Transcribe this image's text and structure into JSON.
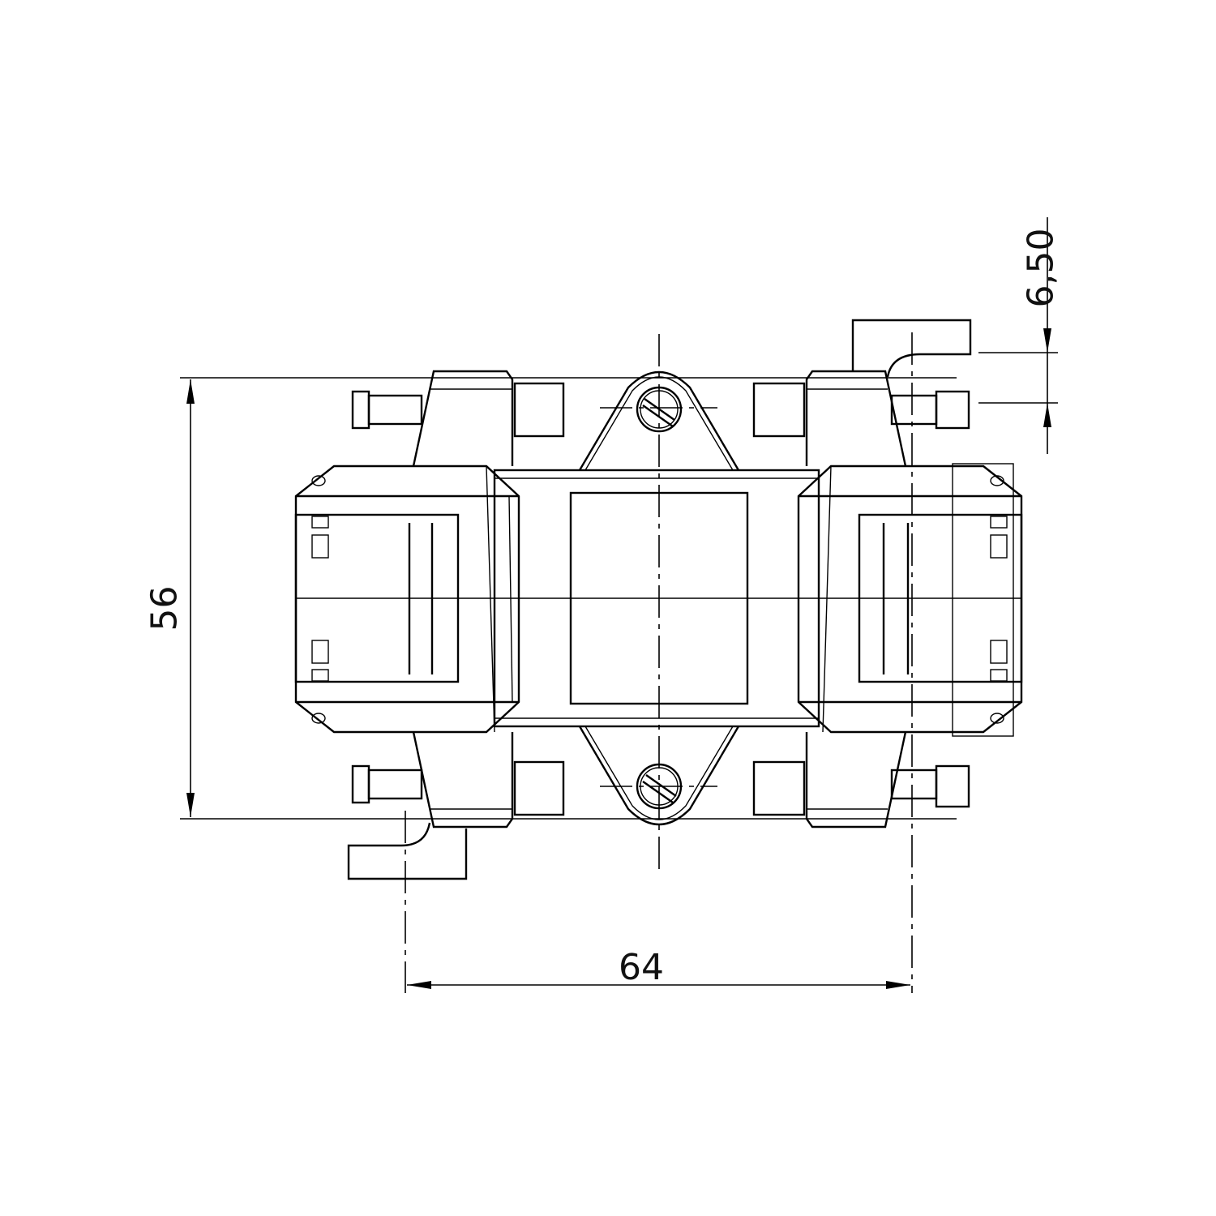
{
  "drawing": {
    "type": "technical-drawing",
    "view": "top view",
    "subject": "split-core current transformer with terminals and mounting flanges",
    "line_color": "#000000",
    "background": "#ffffff"
  },
  "dimensions": {
    "height": {
      "label": "56",
      "orientation": "vertical",
      "side": "left"
    },
    "terminal_spacing": {
      "label": "64",
      "orientation": "horizontal",
      "side": "bottom"
    },
    "terminal_offset": {
      "label": "6,50",
      "orientation": "vertical",
      "side": "top-right"
    }
  }
}
